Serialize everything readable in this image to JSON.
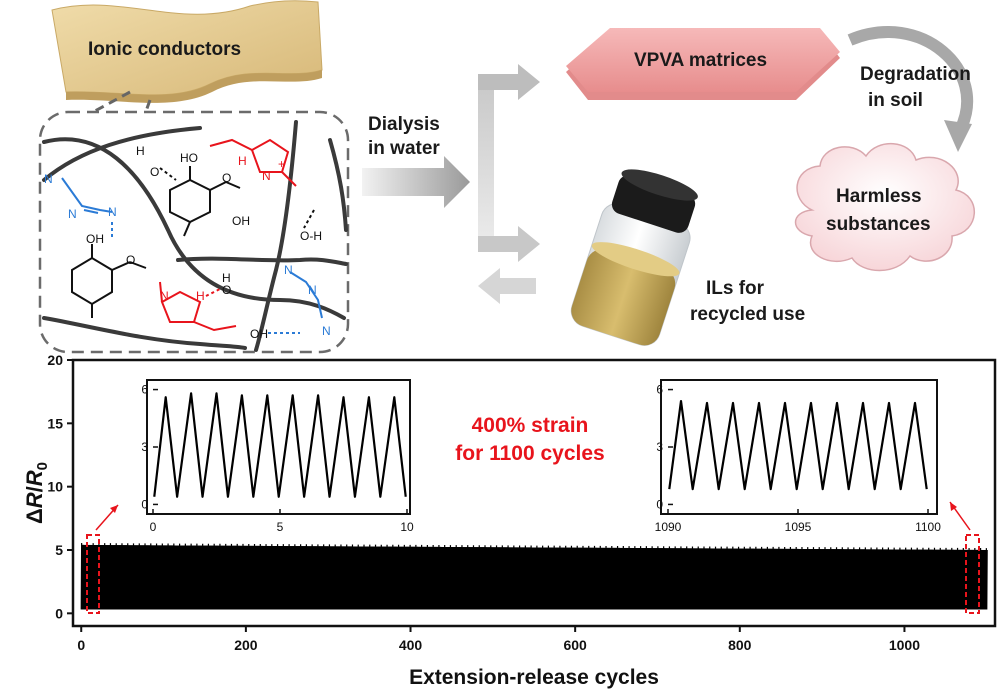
{
  "schematic": {
    "ionic_conductors": "Ionic conductors",
    "dialysis": [
      "Dialysis",
      "in water"
    ],
    "vpva": "VPVA matrices",
    "degradation": [
      "Degradation",
      "in soil"
    ],
    "harmless": [
      "Harmless",
      "substances"
    ],
    "ils": [
      "ILs for",
      "recycled use"
    ]
  },
  "annotation": {
    "line1": "400% strain",
    "line2": "for 1100 cycles"
  },
  "colors": {
    "accent_red": "#e8141c",
    "bond_blue": "#2b7bd6",
    "vpva_pink": "#f0a4a4",
    "conductor_tan": "#e3c98e"
  },
  "chart_data": [
    {
      "type": "line",
      "title": "",
      "xlabel": "Extension-release cycles",
      "ylabel": "ΔR/R0",
      "xlim": [
        -10,
        1110
      ],
      "ylim": [
        -1,
        20
      ],
      "xticks": [
        0,
        200,
        400,
        600,
        800,
        1000
      ],
      "yticks": [
        0,
        5,
        10,
        15,
        20
      ],
      "series": [
        {
          "min": 0.3,
          "max_start": 5.4,
          "max_end": 5.0,
          "cycles": 1100
        }
      ]
    },
    {
      "type": "line",
      "inset": "start",
      "xlim": [
        0,
        10
      ],
      "ylim": [
        -0.5,
        6.5
      ],
      "xticks": [
        0,
        5,
        10
      ],
      "yticks": [
        0,
        3,
        6
      ],
      "peaks": [
        5.6,
        5.8,
        5.8,
        5.7,
        5.7,
        5.7,
        5.7,
        5.6,
        5.6,
        5.6
      ],
      "min": 0.4
    },
    {
      "type": "line",
      "inset": "end",
      "xlim": [
        1090,
        1100
      ],
      "ylim": [
        -0.5,
        6.5
      ],
      "xticks": [
        1090,
        1095,
        1100
      ],
      "yticks": [
        0,
        3,
        6
      ],
      "peaks": [
        5.4,
        5.3,
        5.3,
        5.3,
        5.3,
        5.3,
        5.3,
        5.3,
        5.3,
        5.3
      ],
      "min": 0.8
    }
  ]
}
